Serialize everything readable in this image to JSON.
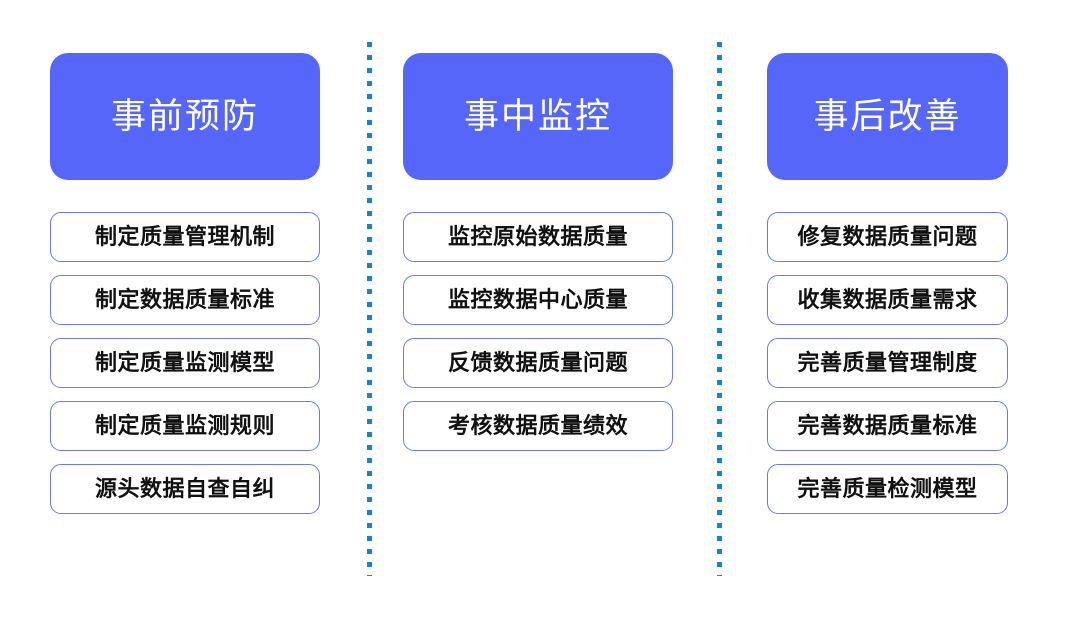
{
  "diagram": {
    "title_text": "",
    "accent_header_color": "#5566f8",
    "accent_border_color": "#6b78f0",
    "divider_color": "#0e86d4",
    "background_color": "#ffffff",
    "columns": [
      {
        "header": "事前预防",
        "items": [
          "制定质量管理机制",
          "制定数据质量标准",
          "制定质量监测模型",
          "制定质量监测规则",
          "源头数据自查自纠"
        ]
      },
      {
        "header": "事中监控",
        "items": [
          "监控原始数据质量",
          "监控数据中心质量",
          "反馈数据质量问题",
          "考核数据质量绩效"
        ]
      },
      {
        "header": "事后改善",
        "items": [
          "修复数据质量问题",
          "收集数据质量需求",
          "完善质量管理制度",
          "完善数据质量标准",
          "完善质量检测模型"
        ]
      }
    ]
  }
}
